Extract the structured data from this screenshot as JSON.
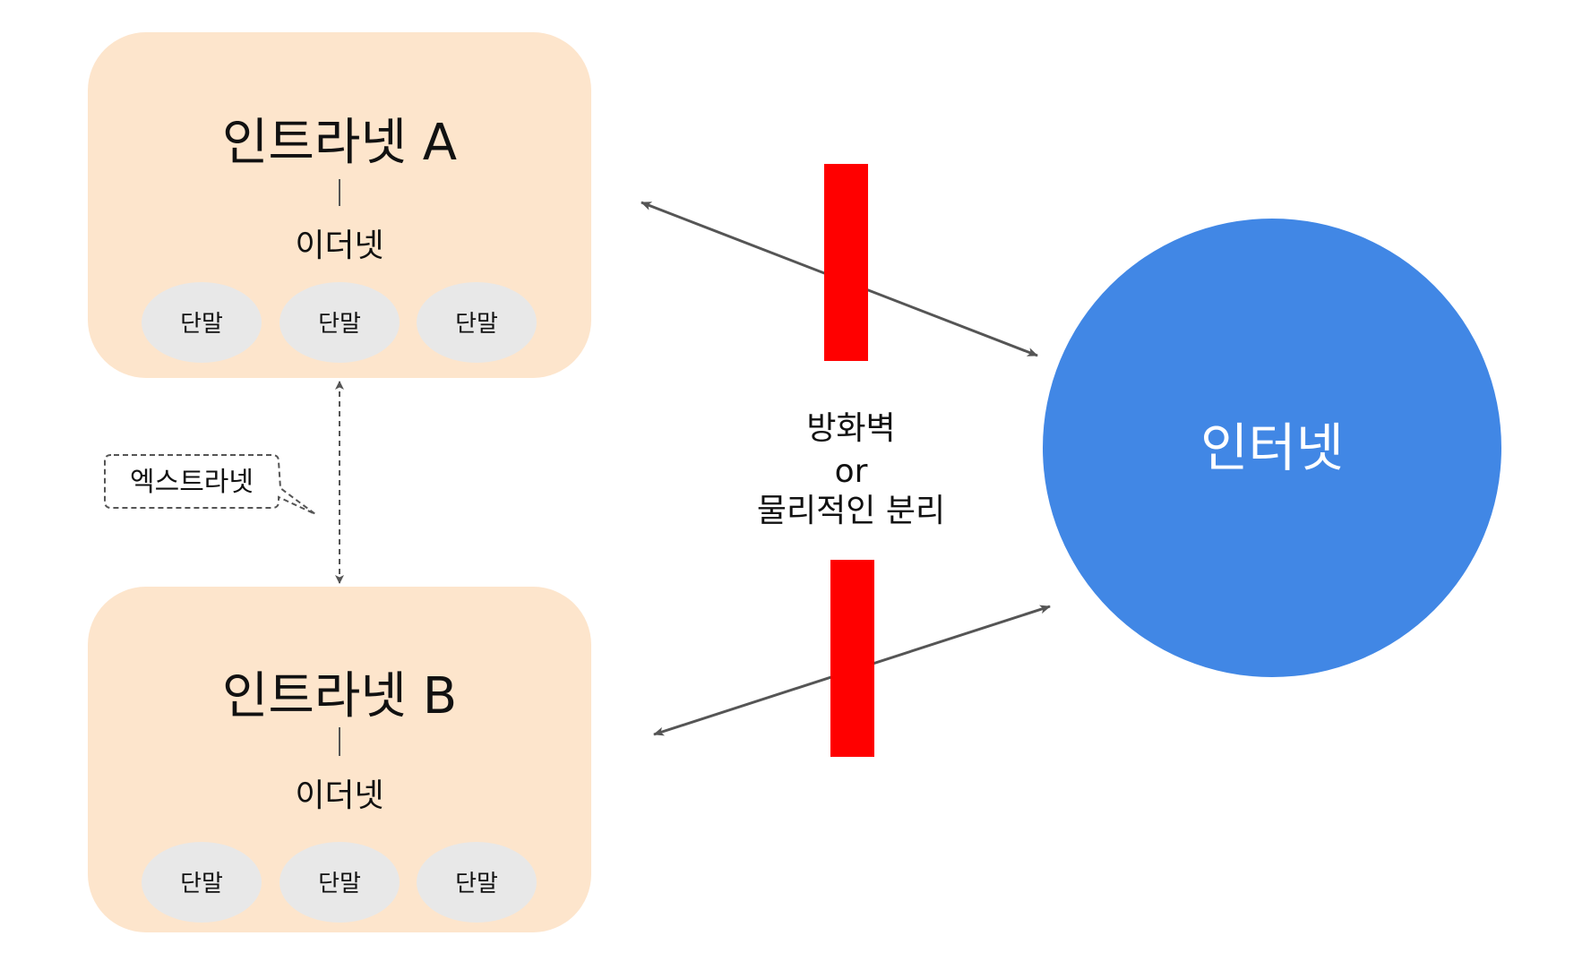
{
  "intranet_a": {
    "title": "인트라넷 A",
    "network": "이더넷",
    "terminals": [
      "단말",
      "단말",
      "단말"
    ]
  },
  "intranet_b": {
    "title": "인트라넷 B",
    "network": "이더넷",
    "terminals": [
      "단말",
      "단말",
      "단말"
    ]
  },
  "extranet_label": "엑스트라넷",
  "firewall_label": {
    "line1": "방화벽",
    "line2": "or",
    "line3": "물리적인 분리"
  },
  "internet_label": "인터넷",
  "colors": {
    "intranet_box": "#fde5cc",
    "terminal": "#e8e8e8",
    "firewall": "#ff0000",
    "internet": "#4187e5",
    "arrow": "#555555"
  }
}
